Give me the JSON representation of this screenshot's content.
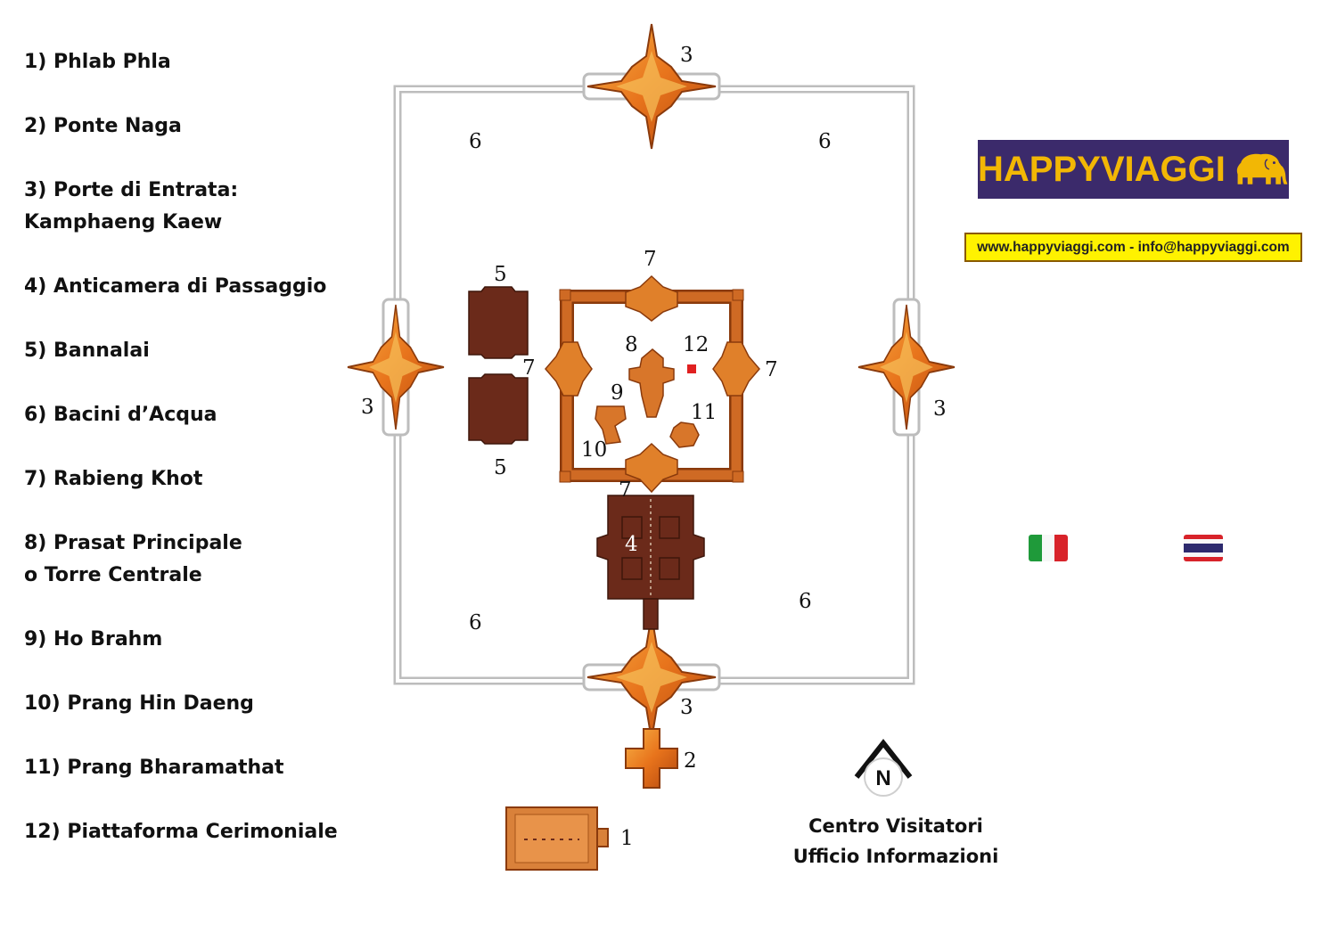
{
  "legend": [
    {
      "label": "1) Phlab Phla"
    },
    {
      "label": "2) Ponte Naga"
    },
    {
      "label": "3) Porte di Entrata:",
      "label2": "Kamphaeng Kaew"
    },
    {
      "label": "4) Anticamera di Passaggio"
    },
    {
      "label": "5) Bannalai"
    },
    {
      "label": "6) Bacini d’Acqua"
    },
    {
      "label": "7) Rabieng Khot"
    },
    {
      "label": "8) Prasat Principale",
      "label2": "o Torre Centrale"
    },
    {
      "label": "9) Ho Brahm"
    },
    {
      "label": "10) Prang Hin Daeng"
    },
    {
      "label": "11) Prang Bharamathat"
    },
    {
      "label": "12) Piattaforma Cerimoniale"
    }
  ],
  "map_labels": {
    "gate_north": "3",
    "gate_south": "3",
    "gate_west": "3",
    "gate_east": "3",
    "pond_nw": "6",
    "pond_ne": "6",
    "pond_sw": "6",
    "pond_se": "6",
    "bannalai_north": "5",
    "bannalai_south": "5",
    "gallery_north": "7",
    "gallery_west": "7",
    "gallery_east": "7",
    "gallery_south": "7",
    "prasat": "8",
    "ho_brahm": "9",
    "prang_hin_daeng": "10",
    "prang_bharamathat": "11",
    "platform": "12",
    "antechamber": "4",
    "naga_bridge": "2",
    "phlab_phla": "1",
    "north_arrow": "N"
  },
  "logo": {
    "text": "HAPPYVIAGGI",
    "icon": "elephant-icon"
  },
  "contacts": "www.happyviaggi.com - info@happyviaggi.com",
  "visitor_center": {
    "line1": "Centro Visitatori",
    "line2": "Ufficio Informazioni"
  },
  "colors": {
    "gate_orange": "#e8741c",
    "brick": "#c9661f",
    "laterite": "#6b2a1a",
    "wall": "#d8d8d8",
    "logo_bg": "#3b2a6b",
    "logo_text": "#f2b705",
    "contact_bg": "#fff200"
  }
}
